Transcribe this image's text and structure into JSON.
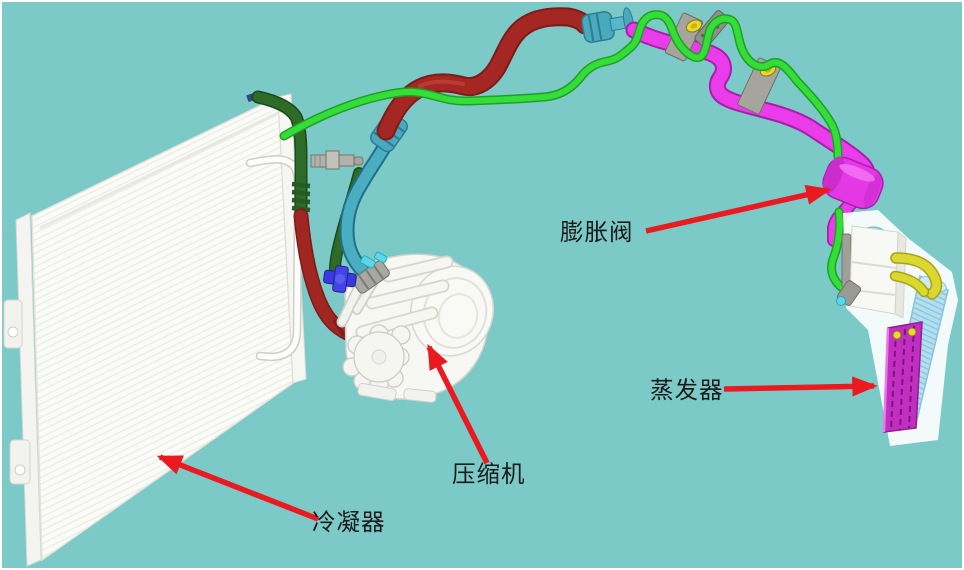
{
  "background_color": "#7ccac8",
  "annotation": {
    "arrow_color": "#ea1a20",
    "text_color": "#1b1b1b",
    "labels": {
      "expansion_valve": "膨胀阀",
      "evaporator": "蒸发器",
      "compressor": "压缩机",
      "condenser": "冷凝器"
    }
  },
  "components": {
    "condenser": {
      "body_color": "#fbfbf8"
    },
    "compressor": {
      "body_color": "#f7f7f4"
    },
    "expansion_valve": {
      "body_color": "#e438e4"
    },
    "evaporator": {
      "core_color": "#b2e0f0",
      "tank_color": "#c22ec2",
      "pipe_color": "#d8d430"
    }
  },
  "lines": {
    "discharge_hose_color": "#a82824",
    "suction_hose_color": "#4aaec2",
    "liquid_tube_color": "#35dd38",
    "condenser_outlet_color": "#2e6b28",
    "evaporator_tube_color": "#ea3cea",
    "clamp_color": "#a5a59d",
    "bolt_color": "#ecd82a"
  }
}
